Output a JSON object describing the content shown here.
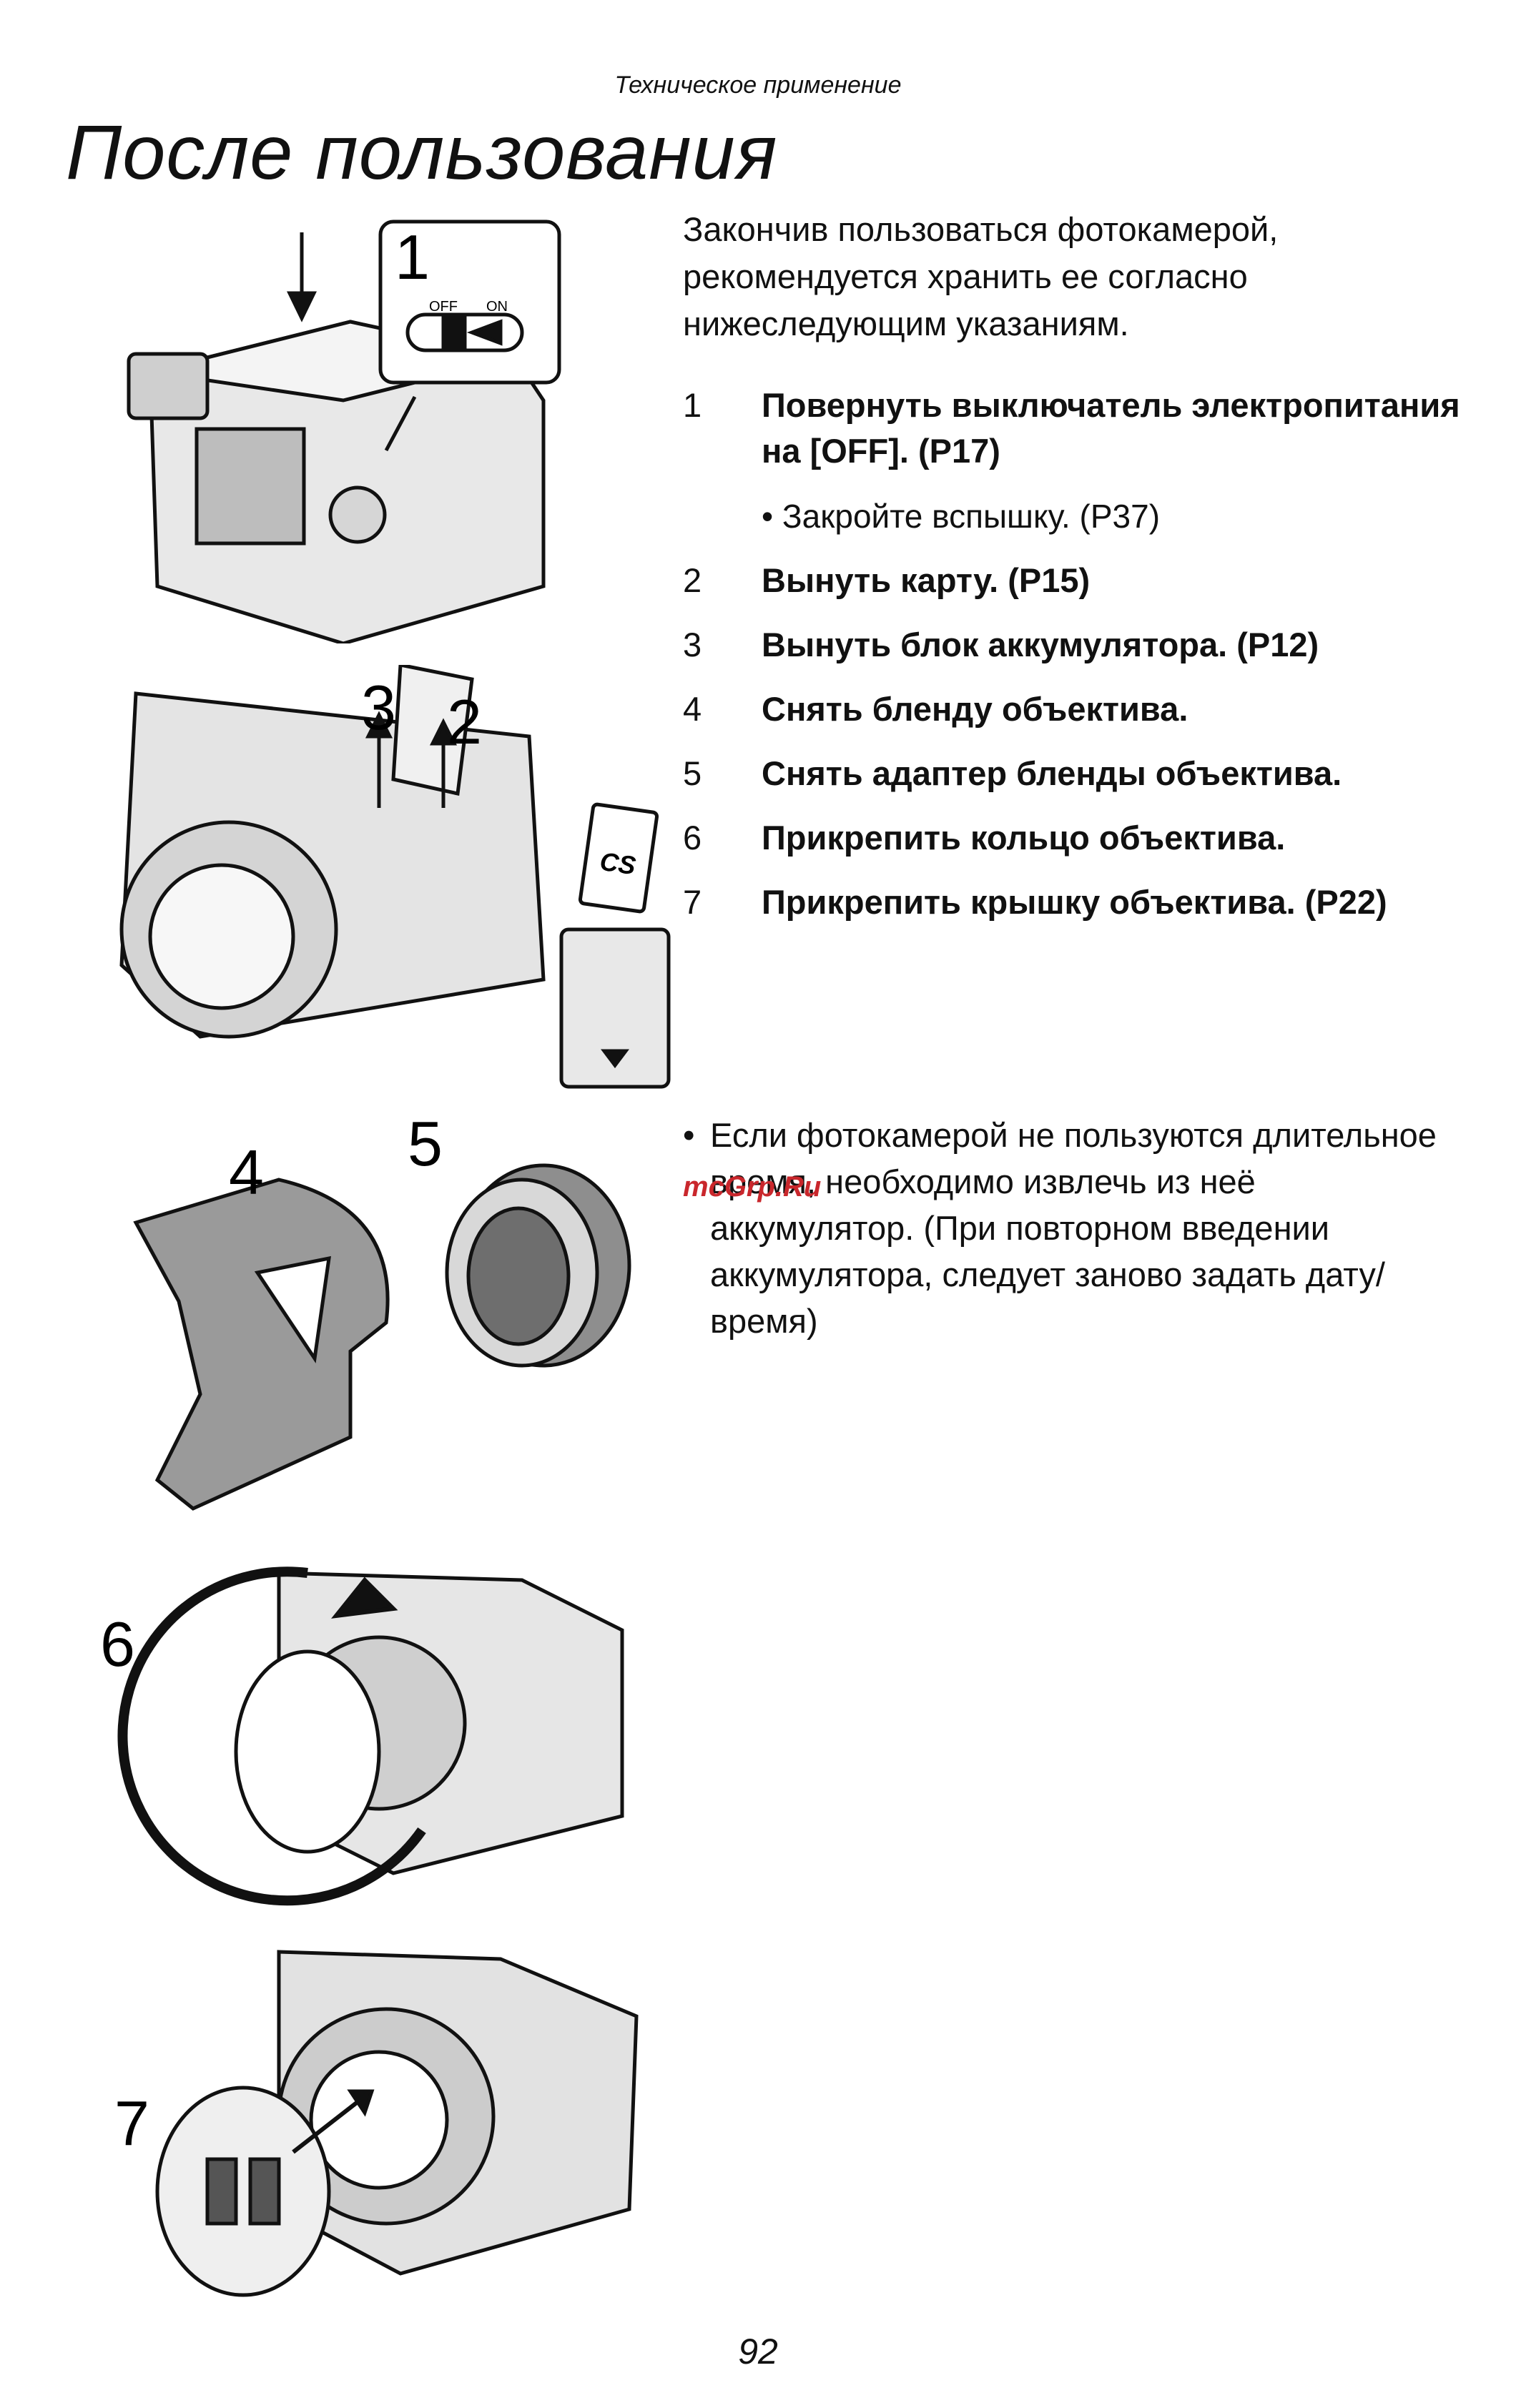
{
  "header_note": "Техническое применение",
  "title": "После пользования",
  "intro": "Закончив пользоваться фотокамерой, рекомендуется хранить ее согласно нижеследующим указаниям.",
  "steps": [
    {
      "num": "1",
      "text": "Повернуть выключатель электропитания на [OFF]. (P17)"
    },
    {
      "num": "2",
      "text": "Вынуть карту. (P15)"
    },
    {
      "num": "3",
      "text": "Вынуть блок аккумулятора. (P12)"
    },
    {
      "num": "4",
      "text": "Снять бленду объектива."
    },
    {
      "num": "5",
      "text": "Снять адаптер бленды объектива."
    },
    {
      "num": "6",
      "text": "Прикрепить кольцо объектива."
    },
    {
      "num": "7",
      "text": "Прикрепить крышку объектива. (P22)"
    }
  ],
  "step1_sub": "• Закройте вспышку. (P37)",
  "note_bullet": "•",
  "note": "Если фотокамерой не пользуются длительное время, необходимо извлечь из неё аккумулятор. (При повторном введении аккумулятора, следует заново задать дату/время)",
  "watermark": "mcGrp.Ru",
  "figure_labels": {
    "f1": "1",
    "f2": "2",
    "f3": "3",
    "f4": "4",
    "f5": "5",
    "f6": "6",
    "f7": "7"
  },
  "switch_labels": {
    "off": "OFF",
    "on": "ON"
  },
  "card_label": "CS",
  "page_number": "92"
}
